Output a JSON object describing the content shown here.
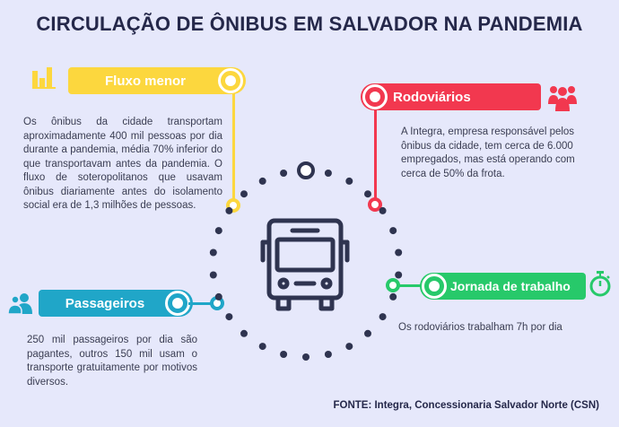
{
  "title": "CIRCULAÇÃO DE ÔNIBUS EM SALVADOR NA PANDEMIA",
  "colors": {
    "background": "#e6e8fb",
    "yellow": "#fcd73e",
    "red": "#f2384f",
    "green": "#27c96a",
    "teal": "#20a6c8",
    "dark": "#25284a"
  },
  "sections": {
    "fluxo": {
      "label": "Fluxo menor",
      "icon": "bar-chart-icon",
      "text": "Os ônibus da cidade transportam aproximadamente 400 mil pessoas por dia durante a pandemia, média 70% inferior do que transportavam antes da pandemia. O fluxo de soteropolitanos que usavam ônibus diariamente antes do isolamento social era de 1,3 milhões de pessoas."
    },
    "rodoviarios": {
      "label": "Rodoviários",
      "icon": "people-group-icon",
      "text": "A Integra, empresa responsável pelos ônibus da cidade, tem cerca de 6.000 empregados, mas está operando com cerca de 50% da frota."
    },
    "jornada": {
      "label": "Jornada de trabalho",
      "icon": "stopwatch-icon",
      "text": "Os rodoviários trabalham 7h por dia"
    },
    "passageiros": {
      "label": "Passageiros",
      "icon": "users-icon",
      "text": "250 mil passageiros por dia são pagantes, outros 150 mil usam o transporte gratuitamente por motivos diversos."
    }
  },
  "center_icon": "bus-icon",
  "source": "FONTE: Integra, Concessionaria Salvador Norte (CSN)"
}
